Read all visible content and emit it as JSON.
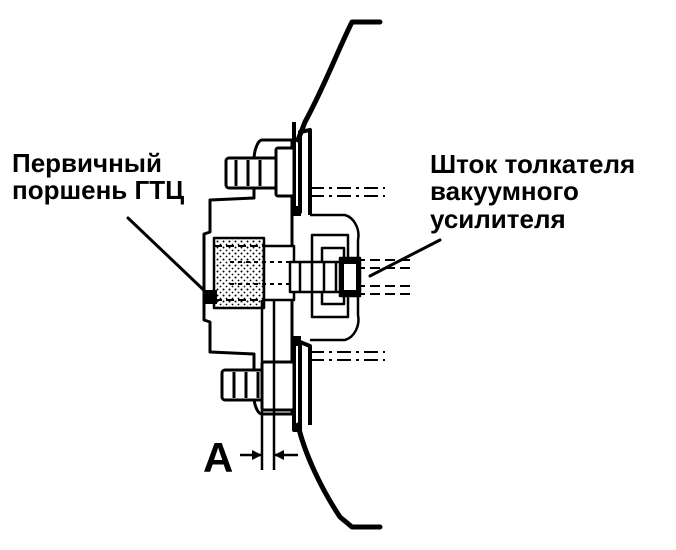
{
  "labels": {
    "primary_piston": {
      "line1": "Первичный",
      "line2": "поршень ГТЦ"
    },
    "pushrod": {
      "line1": "Шток толкателя",
      "line2": "вакуумного",
      "line3": "усилителя"
    },
    "dimension": "A"
  },
  "colors": {
    "ink": "#000000",
    "paper": "#ffffff",
    "stipple": "#555555"
  }
}
